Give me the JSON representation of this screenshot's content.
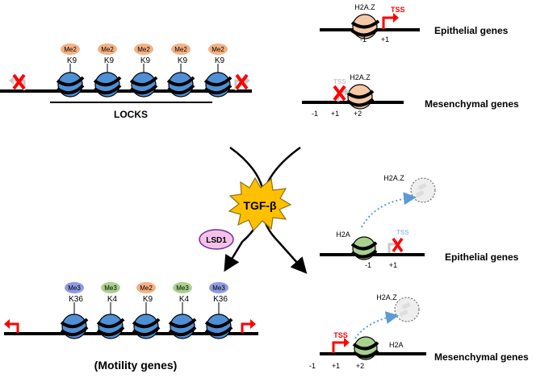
{
  "locks_panel": {
    "marks": [
      {
        "mark": "Me2",
        "residue": "K9"
      },
      {
        "mark": "Me2",
        "residue": "K9"
      },
      {
        "mark": "Me2",
        "residue": "K9"
      },
      {
        "mark": "Me2",
        "residue": "K9"
      },
      {
        "mark": "Me2",
        "residue": "K9"
      }
    ],
    "label": "LOCKS"
  },
  "before": {
    "epithelial": {
      "histone": "H2A.Z",
      "tss": "TSS",
      "positions": [
        "-1",
        "+1"
      ],
      "label": "Epithelial genes"
    },
    "mesenchymal": {
      "histone": "H2A.Z",
      "tss": "TSS",
      "positions": [
        "-1",
        "+1",
        "+2"
      ],
      "label": "Mesenchymal genes"
    }
  },
  "signal": {
    "label": "TGF-β",
    "enzyme": "LSD1"
  },
  "after": {
    "epithelial": {
      "evicted": "H2A.Z",
      "histone": "H2A",
      "tss": "TSS",
      "positions": [
        "-1",
        "+1"
      ],
      "label": "Epithelial genes"
    },
    "mesenchymal": {
      "evicted": "H2A.Z",
      "histone": "H2A",
      "tss": "TSS",
      "positions": [
        "-1",
        "+1",
        "+2"
      ],
      "label": "Mesenchymal genes"
    }
  },
  "motility_panel": {
    "marks": [
      {
        "mark": "Me3",
        "residue": "K36",
        "color": "#8e9be0"
      },
      {
        "mark": "Me3",
        "residue": "K4",
        "color": "#a9d18e"
      },
      {
        "mark": "Me2",
        "residue": "K9",
        "color": "#f4b183"
      },
      {
        "mark": "Me3",
        "residue": "K4",
        "color": "#a9d18e"
      },
      {
        "mark": "Me3",
        "residue": "K36",
        "color": "#8e9be0"
      }
    ],
    "label": "(Motility genes)"
  },
  "colors": {
    "nucleosome_blue": "#4f8fd6",
    "h2az_peach": "#f6c9a6",
    "h2a_green": "#a9d18e",
    "tss_red": "#ff0000",
    "arrow_blue": "#5b9bd5",
    "me2_orange": "#f4b183",
    "burst_yellow": "#ffc000",
    "lsd1_pink": "#f4c2e8"
  }
}
